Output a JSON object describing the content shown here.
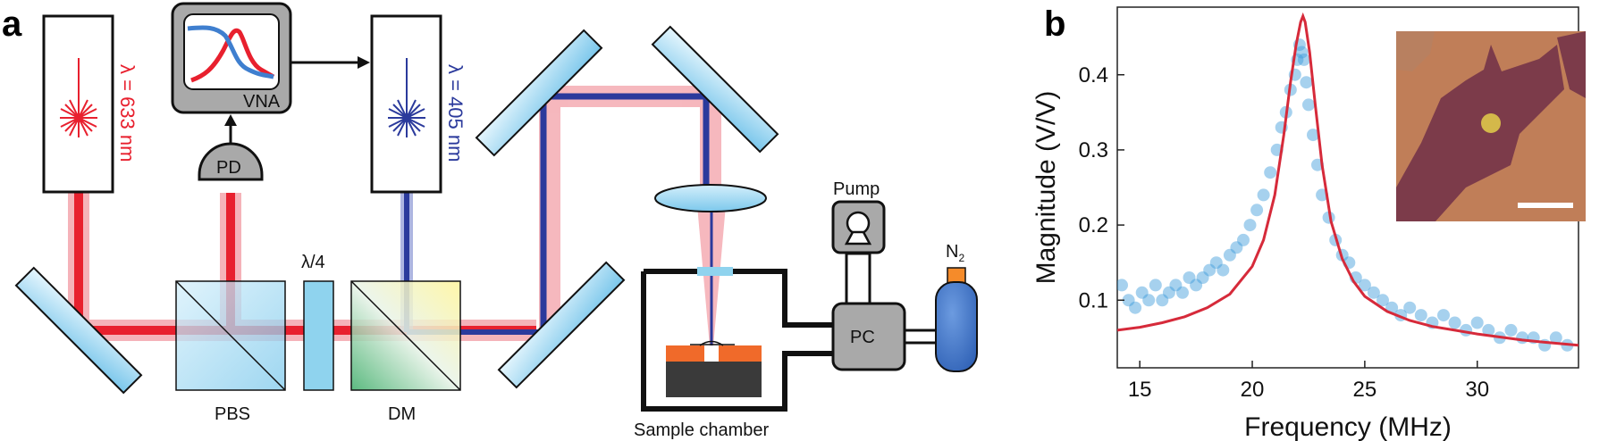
{
  "panel_a": {
    "panel_label": "a",
    "red_laser_label": "λ = 633 nm",
    "blue_laser_label": "λ = 405 nm",
    "vna_label": "VNA",
    "pd_label": "PD",
    "quarter_wave_label": "λ/4",
    "pbs_label": "PBS",
    "dm_label": "DM",
    "pump_label": "Pump",
    "n2_label": "N",
    "n2_subscript": "2",
    "pc_label": "PC",
    "sample_chamber_label": "Sample chamber",
    "colors": {
      "red_beam": "#e8202e",
      "blue_beam": "#2b3a9c",
      "optic_blue": "#8fd3ee",
      "housing_gray": "#a9a9a9",
      "sample_orange": "#f06a2a",
      "n2_blue": "#3f74c6"
    }
  },
  "panel_b": {
    "panel_label": "b",
    "chart_data": {
      "type": "scatter",
      "xlabel": "Frequency (MHz)",
      "ylabel": "Magnitude (V/V)",
      "xlim": [
        14,
        34.5
      ],
      "ylim": [
        0.01,
        0.49
      ],
      "xticks": [
        15,
        20,
        25,
        30
      ],
      "yticks": [
        0.1,
        0.2,
        0.3,
        0.4
      ],
      "grid": false,
      "series": [
        {
          "kind": "points",
          "color": "#3a9ad9",
          "x": [
            14.2,
            14.5,
            14.8,
            15.1,
            15.4,
            15.7,
            16.0,
            16.3,
            16.6,
            16.9,
            17.2,
            17.5,
            17.8,
            18.1,
            18.4,
            18.7,
            19.0,
            19.3,
            19.6,
            19.9,
            20.2,
            20.5,
            20.8,
            21.1,
            21.3,
            21.5,
            21.7,
            21.9,
            22.0,
            22.1,
            22.2,
            22.3,
            22.4,
            22.5,
            22.7,
            22.9,
            23.1,
            23.4,
            23.7,
            24.0,
            24.3,
            24.6,
            25.0,
            25.4,
            25.8,
            26.2,
            26.6,
            27.0,
            27.5,
            28.0,
            28.5,
            29.0,
            29.5,
            30.0,
            30.5,
            31.0,
            31.5,
            32.0,
            32.5,
            33.0,
            33.5,
            34.0
          ],
          "y": [
            0.12,
            0.1,
            0.09,
            0.11,
            0.1,
            0.12,
            0.1,
            0.11,
            0.12,
            0.11,
            0.13,
            0.12,
            0.13,
            0.14,
            0.15,
            0.14,
            0.16,
            0.17,
            0.18,
            0.2,
            0.22,
            0.24,
            0.27,
            0.3,
            0.33,
            0.35,
            0.38,
            0.4,
            0.42,
            0.44,
            0.43,
            0.42,
            0.39,
            0.36,
            0.32,
            0.28,
            0.24,
            0.21,
            0.18,
            0.16,
            0.15,
            0.13,
            0.12,
            0.11,
            0.1,
            0.09,
            0.08,
            0.09,
            0.08,
            0.07,
            0.08,
            0.07,
            0.06,
            0.07,
            0.06,
            0.05,
            0.06,
            0.05,
            0.05,
            0.04,
            0.05,
            0.04
          ]
        },
        {
          "kind": "fit",
          "color": "#d62a3a",
          "model": "lorentzian",
          "x": [
            14.0,
            15.0,
            16.0,
            17.0,
            18.0,
            19.0,
            20.0,
            20.5,
            21.0,
            21.4,
            21.7,
            21.95,
            22.15,
            22.25,
            22.35,
            22.55,
            22.8,
            23.1,
            23.5,
            24.0,
            24.5,
            25.0,
            26.0,
            27.0,
            28.0,
            29.0,
            30.0,
            31.0,
            32.0,
            33.0,
            34.5
          ],
          "y": [
            0.06,
            0.064,
            0.07,
            0.078,
            0.09,
            0.108,
            0.145,
            0.18,
            0.24,
            0.32,
            0.39,
            0.44,
            0.47,
            0.478,
            0.47,
            0.43,
            0.36,
            0.28,
            0.205,
            0.155,
            0.125,
            0.105,
            0.085,
            0.073,
            0.065,
            0.06,
            0.055,
            0.051,
            0.047,
            0.044,
            0.04
          ]
        }
      ]
    },
    "inset": {
      "image_description_colors": {
        "background": "#b07050",
        "flake": "#7c3b4a",
        "spot": "#d4b84a"
      }
    }
  }
}
